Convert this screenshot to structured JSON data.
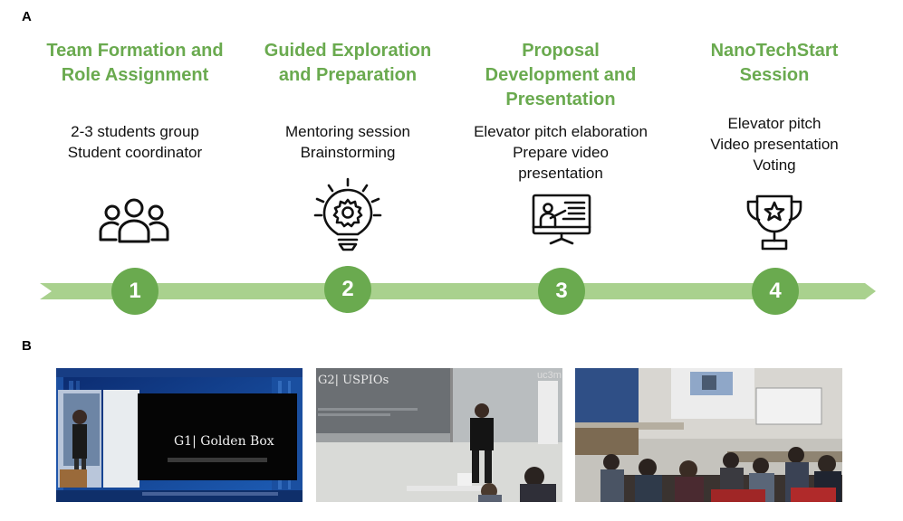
{
  "panels": {
    "a": "A",
    "b": "B"
  },
  "stages": [
    {
      "number": "1",
      "title_lines": [
        "Team Formation and",
        "Role Assignment"
      ],
      "desc_lines": [
        "2-3 students group",
        "Student coordinator"
      ],
      "icon": "group-icon"
    },
    {
      "number": "2",
      "title_lines": [
        "Guided Exploration",
        "and Preparation"
      ],
      "desc_lines": [
        "Mentoring session",
        "Brainstorming"
      ],
      "icon": "lightbulb-gear-icon"
    },
    {
      "number": "3",
      "title_lines": [
        "Proposal",
        "Development and",
        "Presentation"
      ],
      "desc_lines": [
        "Elevator pitch elaboration",
        "Prepare video",
        "presentation"
      ],
      "icon": "presentation-screen-icon"
    },
    {
      "number": "4",
      "title_lines": [
        "NanoTechStart",
        "Session"
      ],
      "desc_lines": [
        "Elevator pitch",
        "Video presentation",
        "Voting"
      ],
      "icon": "trophy-icon"
    }
  ],
  "colors": {
    "accent": "#6aaa4f",
    "timeline": "#a9d18e"
  },
  "photos": [
    {
      "caption": "G1| Golden Box"
    },
    {
      "caption": "G2| USPIOs",
      "logo": "uc3m"
    },
    {
      "caption": ""
    }
  ]
}
